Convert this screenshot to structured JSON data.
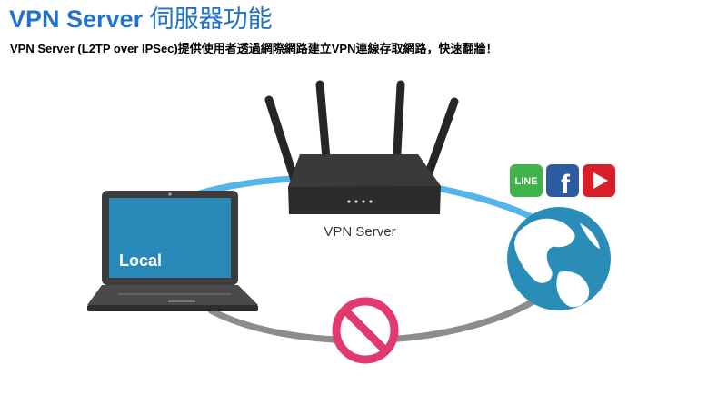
{
  "header": {
    "title_en": "VPN Server",
    "title_zh": "伺服器功能",
    "subtitle": "VPN Server (L2TP over IPSec)提供使用者透過網際網路建立VPN連線存取網路，快速翻牆！"
  },
  "diagram": {
    "router_label": "VPN Server",
    "laptop_label": "Local",
    "apps": [
      {
        "name": "line-icon",
        "label": "LINE",
        "color": "#3fb24a"
      },
      {
        "name": "facebook-icon",
        "label": "f",
        "color": "#2d5b9f"
      },
      {
        "name": "youtube-icon",
        "label": "",
        "color": "#d91e2a"
      }
    ],
    "colors": {
      "vpn_link": "#55b4e8",
      "blocked_link": "#8c8c8c",
      "blocked_sign": "#e23a6e",
      "globe_ocean": "#2a8db8",
      "title": "#1f73c8"
    }
  }
}
